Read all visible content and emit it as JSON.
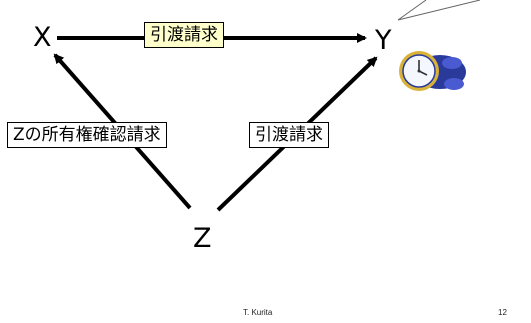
{
  "nodes": {
    "x": "X",
    "y": "Y",
    "z": "Z"
  },
  "edges": {
    "x_to_y": "引渡請求",
    "z_to_x": "Zの所有権確認請求",
    "z_to_y": "引渡請求"
  },
  "footer": {
    "author": "T. Kurita",
    "page": "12"
  },
  "colors": {
    "xy_label_bg": "#ffffcc",
    "clock_ring": "#2a3a9a",
    "clock_gold": "#d9b23a"
  }
}
